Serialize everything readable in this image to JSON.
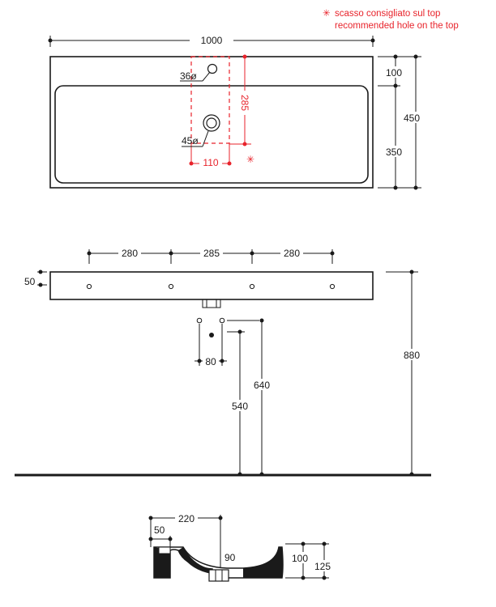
{
  "legend": {
    "symbol": "✳",
    "line1": "scasso consigliato sul top",
    "line2": "recommended hole on the top"
  },
  "top_view": {
    "width": "1000",
    "depth": "450",
    "back_depth": "100",
    "bowl_depth": "350",
    "tap_hole": "36ø",
    "drain_hole": "45ø",
    "hole_height": "285",
    "hole_width": "110",
    "hole_marker": "✳"
  },
  "front_view": {
    "spacing": [
      "280",
      "285",
      "280"
    ],
    "thickness": "50",
    "drain_spacing": "80",
    "height_540": "540",
    "height_640": "640",
    "height_880": "880"
  },
  "section_view": {
    "width": "220",
    "rim": "50",
    "depth_90": "90",
    "depth_100": "100",
    "depth_125": "125"
  },
  "colors": {
    "line": "#1a1a1a",
    "accent": "#e8232b"
  }
}
